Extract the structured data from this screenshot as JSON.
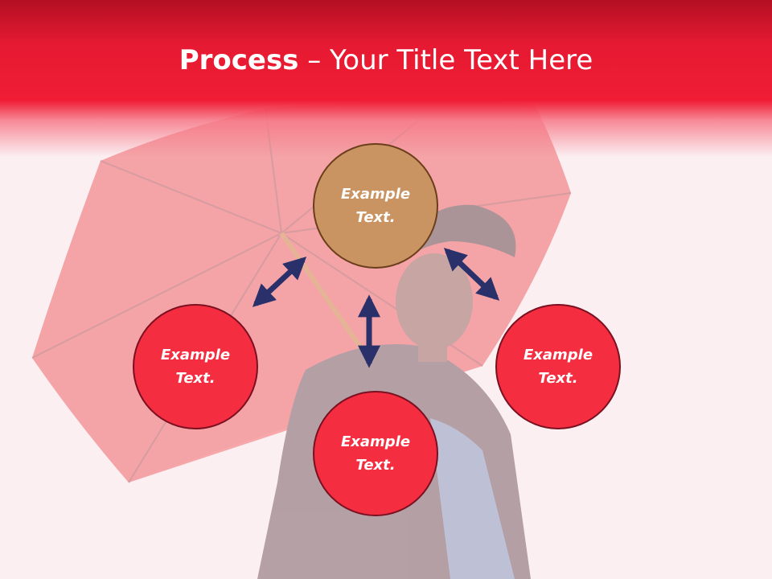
{
  "slide": {
    "title_bold": "Process",
    "title_rest": " – Your Title Text Here"
  },
  "nodes": [
    {
      "id": "top",
      "line1": "Example",
      "line2": "Text.",
      "color": "#c99461"
    },
    {
      "id": "left",
      "line1": "Example",
      "line2": "Text.",
      "color": "#f42d40"
    },
    {
      "id": "bottom",
      "line1": "Example",
      "line2": "Text.",
      "color": "#f42d40"
    },
    {
      "id": "right",
      "line1": "Example",
      "line2": "Text.",
      "color": "#f42d40"
    }
  ],
  "colors": {
    "header": "#e51a32",
    "arrow": "#29306a",
    "background": "#fbeff1"
  }
}
